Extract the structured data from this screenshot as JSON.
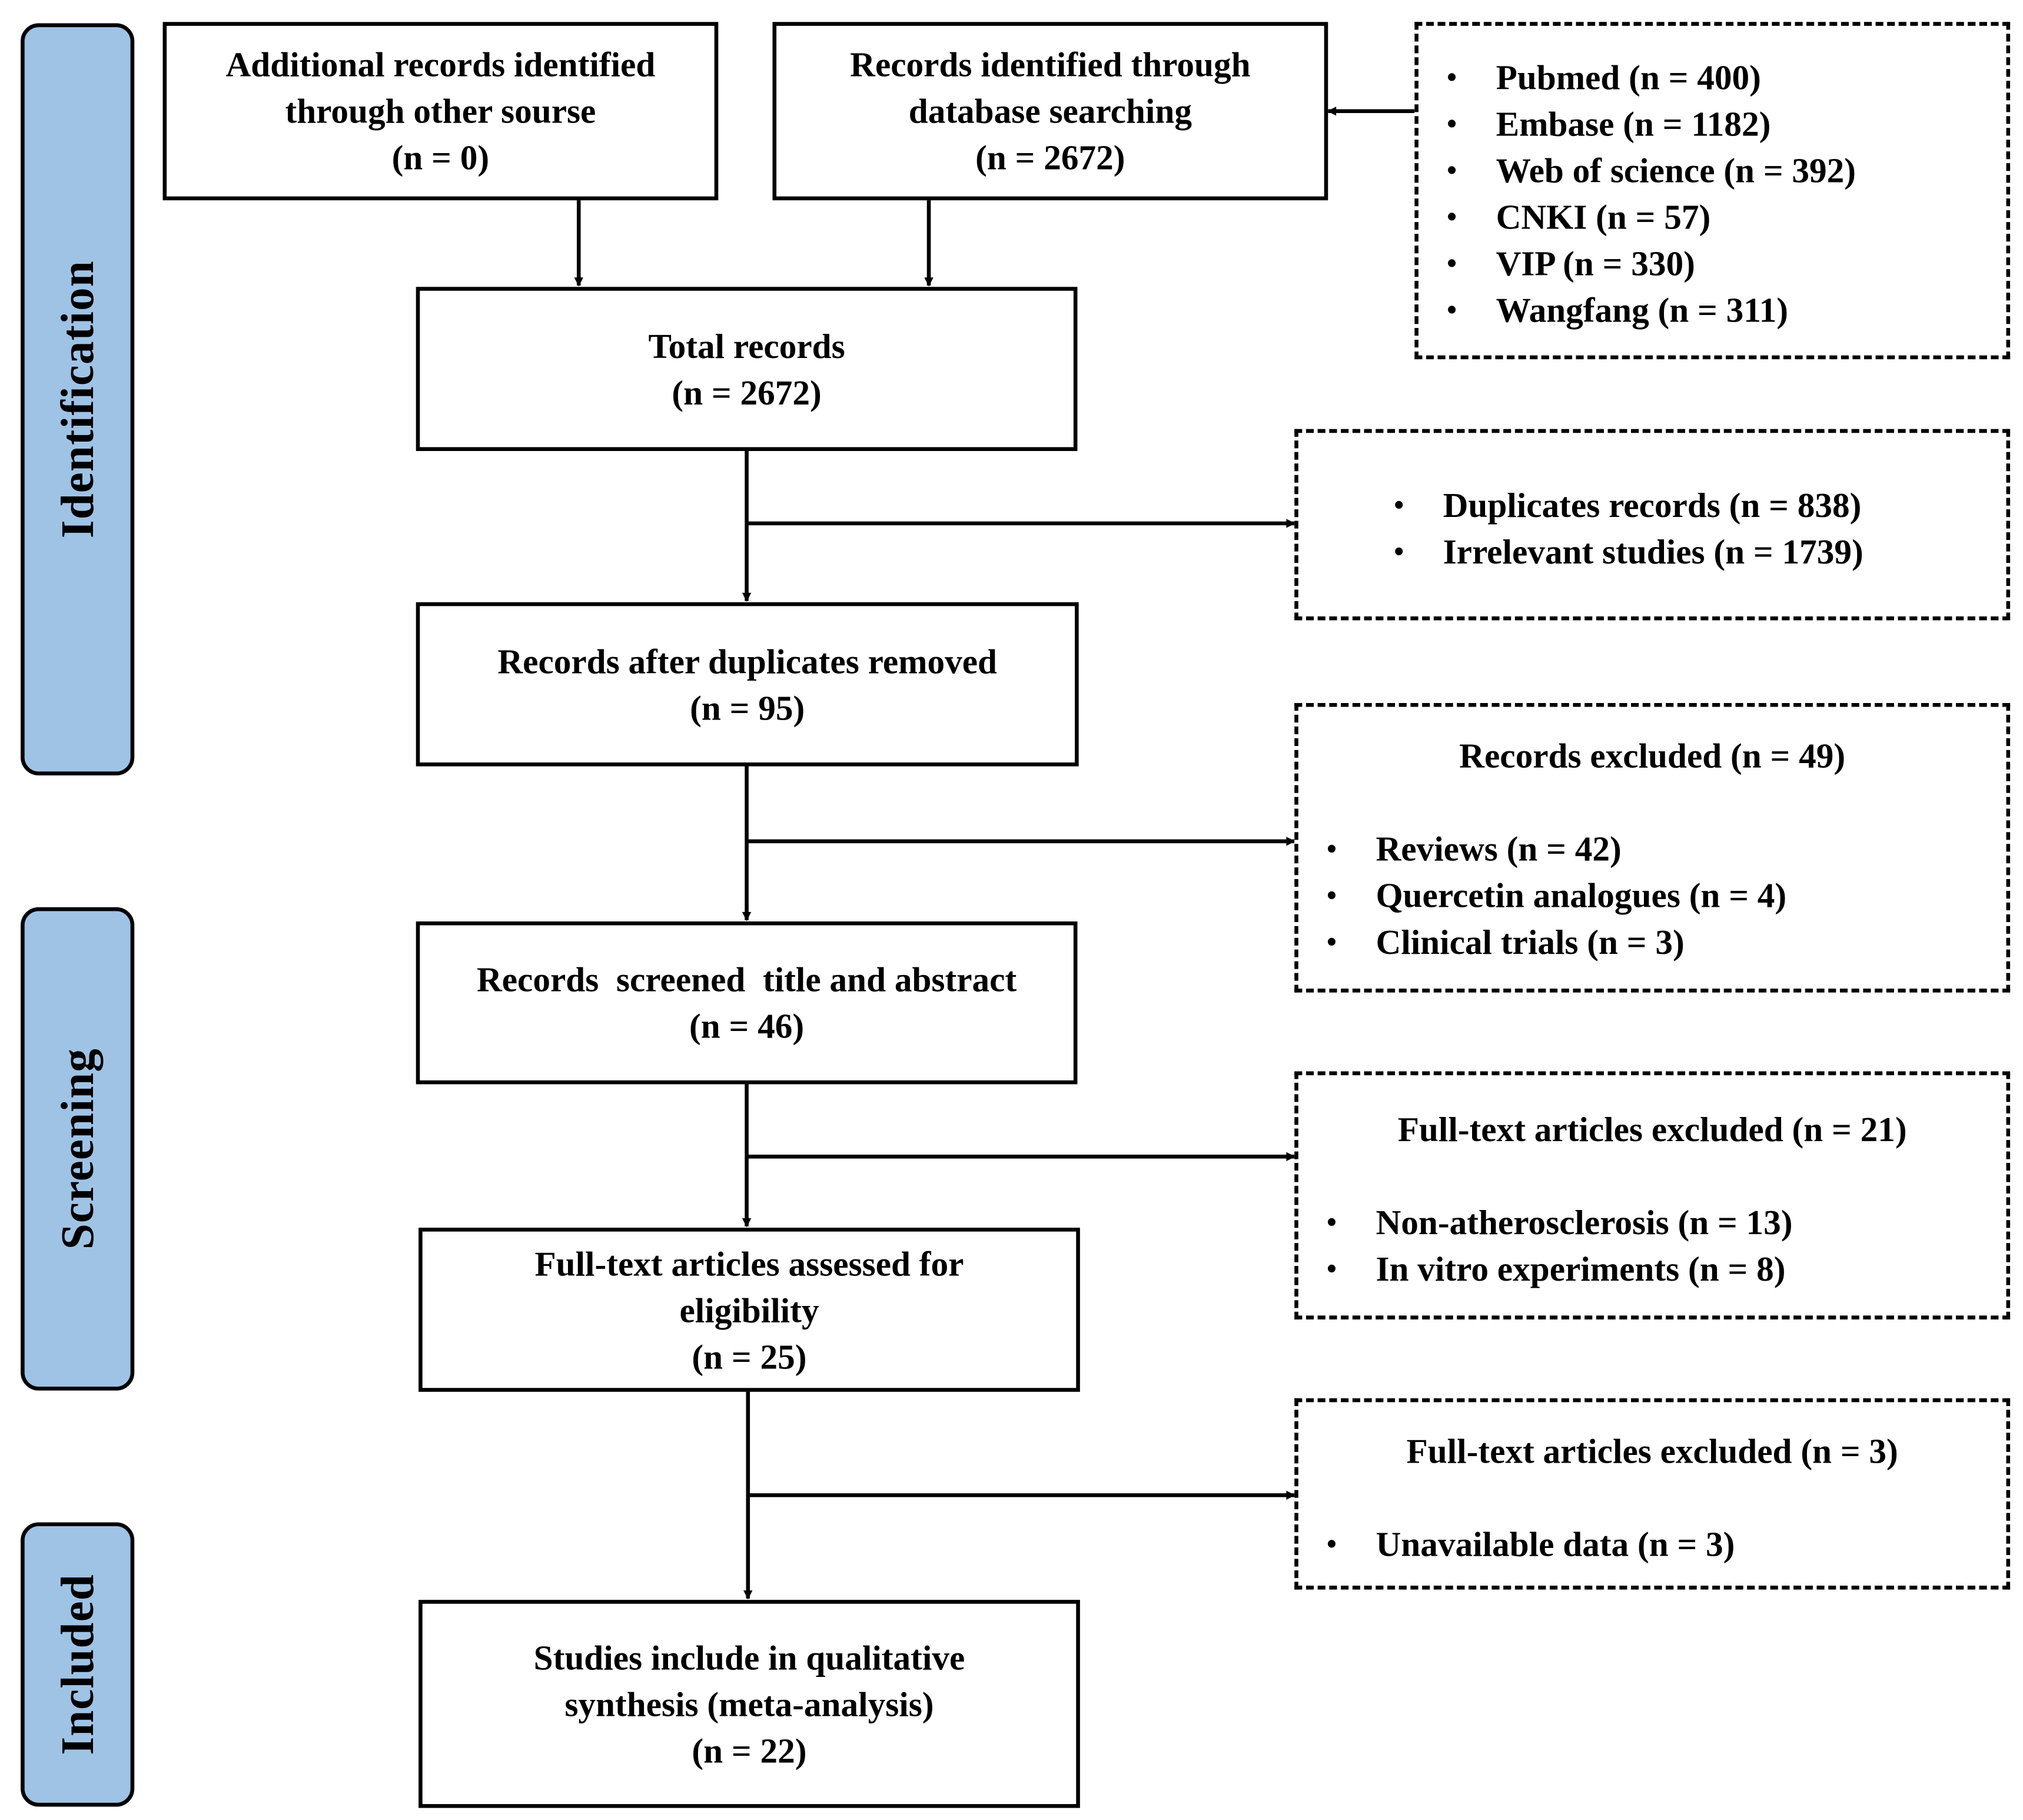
{
  "stages": {
    "identification": "Identification",
    "screening": "Screening",
    "included": "Included"
  },
  "boxes": {
    "other_source": {
      "line1": "Additional records identified",
      "line2": "through other sourse",
      "count": "(n = 0)"
    },
    "database": {
      "line1": "Records identified through",
      "line2": "database searching",
      "count": "(n = 2672)"
    },
    "total": {
      "line1": "Total records",
      "count": "(n = 2672)"
    },
    "after_duplicates": {
      "line1": "Records after duplicates removed",
      "count": "(n = 95)"
    },
    "screened": {
      "line1": "Records  screened  title and abstract",
      "count": "(n = 46)"
    },
    "full_text": {
      "line1": "Full-text articles assessed for",
      "line2": "eligibility",
      "count": "(n = 25)"
    },
    "included": {
      "line1": "Studies include in qualitative",
      "line2": "synthesis (meta-analysis)",
      "count": "(n = 22)"
    }
  },
  "side_boxes": {
    "databases": {
      "items": [
        "Pubmed (n = 400)",
        "Embase (n = 1182)",
        "Web of science (n = 392)",
        "CNKI (n = 57)",
        "VIP (n = 330)",
        "Wangfang (n = 311)"
      ]
    },
    "removed": {
      "items": [
        "Duplicates records (n = 838)",
        "Irrelevant studies (n = 1739)"
      ]
    },
    "records_excluded": {
      "heading": "Records excluded (n = 49)",
      "items": [
        "Reviews (n = 42)",
        "Quercetin analogues (n = 4)",
        "Clinical trials (n = 3)"
      ]
    },
    "fulltext_excluded_1": {
      "heading": "Full-text articles excluded (n = 21)",
      "items": [
        "Non-atherosclerosis (n = 13)",
        "In vitro experiments (n = 8)"
      ]
    },
    "fulltext_excluded_2": {
      "heading": "Full-text articles excluded (n = 3)",
      "items": [
        "Unavailable data (n = 3)"
      ]
    }
  },
  "colors": {
    "stage_fill": "#9fc3e5",
    "line": "#000000",
    "background": "#ffffff"
  }
}
